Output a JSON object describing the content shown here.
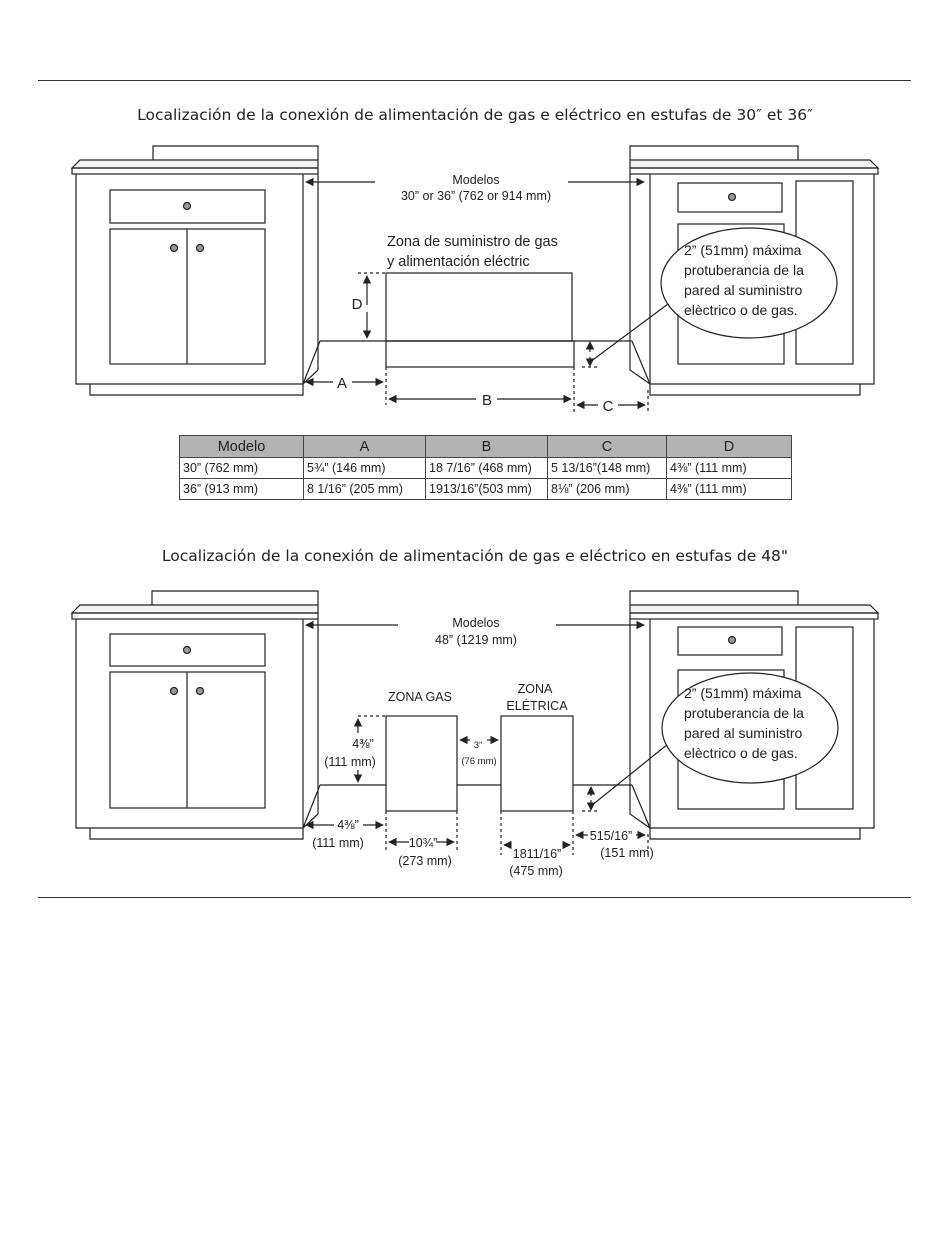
{
  "section1": {
    "title": "Localización de la conexión de alimentación de gas e eléctrico en estufas de 30″ et 36″",
    "models_label": "Modelos",
    "models_value": "30” or 36” (762 or 914 mm)",
    "zone_label_1": "Zona de suministro de gas",
    "zone_label_2": "y alimentación eléctric",
    "callout": [
      "2” (51mm) máxima",
      "protuberancia de la",
      "pared al suministro",
      "elèctrico o de gas."
    ],
    "dim_letters": {
      "a": "A",
      "b": "B",
      "c": "C",
      "d": "D"
    }
  },
  "table": {
    "headers": [
      "Modelo",
      "A",
      "B",
      "C",
      "D"
    ],
    "rows": [
      [
        "30” (762 mm)",
        "5¾” (146 mm)",
        "18 7/16” (468 mm)",
        "5 13/16”(148 mm)",
        "4⅜” (111 mm)"
      ],
      [
        "36” (913 mm)",
        "8 1/16” (205 mm)",
        "1913/16”(503 mm)",
        "8⅛” (206 mm)",
        "4⅜” (111 mm)"
      ]
    ]
  },
  "section2": {
    "title": "Localización de la conexión de alimentación de gas e eléctrico en estufas de 48\"",
    "models_label": "Modelos",
    "models_value": "48” (1219 mm)",
    "gas_zone": "ZONA GAS",
    "elec_zone_1": "ZONA",
    "elec_zone_2": "ELÉTRICA",
    "gap_in": "3”",
    "gap_mm": "(76 mm)",
    "height_in": "4⅜”",
    "height_mm": "(111 mm)",
    "left_in": "4⅜”",
    "left_mm": "(111 mm)",
    "gas_w_in": "10¾”",
    "gas_w_mm": "(273 mm)",
    "elec_w_in": "1811/16”",
    "elec_w_mm": "(475 mm)",
    "right_in": "515/16”",
    "right_mm": "(151 mm)",
    "callout": [
      "2” (51mm) máxima",
      "protuberancia de la",
      "pared al suministro",
      "elèctrico o de gas."
    ]
  }
}
